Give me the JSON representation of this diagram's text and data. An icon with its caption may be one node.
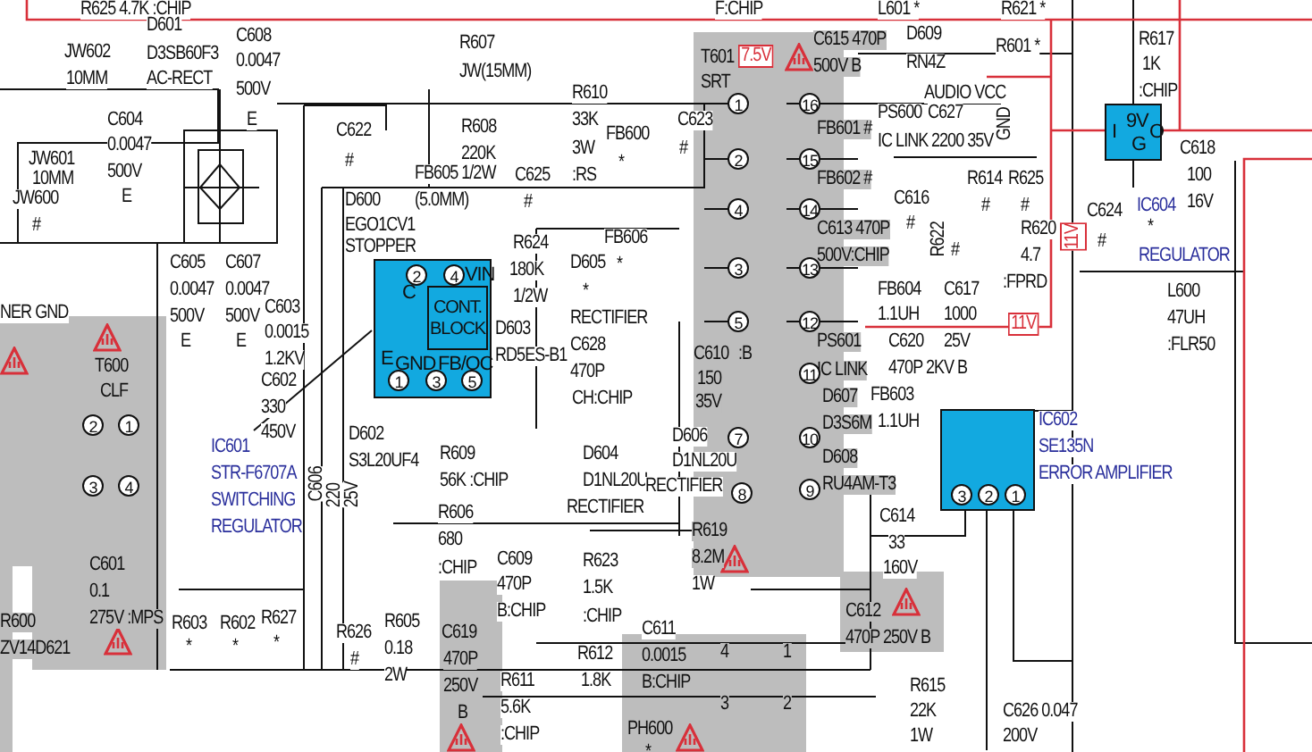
{
  "diagram": {
    "nodes": [
      {
        "text": [
          "C",
          "2",
          "4",
          "VIN",
          "CONT. BLOCK",
          "E",
          "GND",
          "FB/OC",
          "1",
          "3",
          "5"
        ]
      },
      {
        "text": [
          "I",
          "9V",
          "O",
          "G"
        ]
      },
      {
        "text": [
          "3",
          "2",
          "1"
        ]
      }
    ],
    "labels": [
      "R625 4.7K :CHIP",
      "JW602",
      "10MM",
      "D601",
      "D3SB60F3",
      "AC-RECT",
      "C608",
      "0.0047",
      "500V",
      "C604",
      "0.0047",
      "500V",
      "E",
      "E",
      "JW601",
      "10MM",
      "JW600",
      "#",
      "C622",
      "#",
      "D600",
      "EGO1CV1",
      "STOPPER",
      "C605",
      "0.0047",
      "500V",
      "E",
      "C607",
      "0.0047",
      "500V",
      "E",
      "C603",
      "0.0015",
      "1.2KV",
      "NER GND",
      "T600",
      "CLF",
      "C602",
      "330",
      "450V",
      "IC601",
      "STR-F6707A",
      "SWITCHING",
      "REGULATOR",
      "C606",
      "220",
      "25V",
      "D602",
      "S3L20UF4",
      "FB605 1/2W",
      "(5.0MM)",
      "R607",
      "JW(15MM)",
      "R608",
      "220K",
      "C625",
      "#",
      "R610",
      "33K",
      "3W",
      ":RS",
      "FB600",
      "*",
      "C623",
      "#",
      "R624",
      "180K",
      "1/2W",
      "FB606",
      "*",
      "D605",
      "*",
      "RECTIFIER",
      "C628",
      "470P",
      "CH:CHIP",
      "D603",
      "RD5ES-B1",
      "F:CHIP",
      "T601",
      "7.5V",
      "SRT",
      "C615 470P",
      "500V B",
      "L601 *",
      "R621 *",
      "D609",
      "RN4Z",
      "R601 *",
      "AUDIO VCC",
      "PS600",
      "C627",
      "IC LINK",
      "2200 35V",
      "GND",
      "FB601 #",
      "FB602 #",
      "R614",
      "R625",
      "C616",
      "#",
      "#",
      "#",
      "R622",
      "#",
      "R620",
      "4.7",
      ":FPRD",
      "11V",
      "C613 470P",
      "500V:CHIP",
      "FB604",
      "1.1UH",
      "C620",
      "470P 2KV B",
      "C617",
      "1000",
      "25V",
      "11V",
      "R617",
      "1K",
      ":CHIP",
      "C618",
      "100",
      "16V",
      "C624",
      "#",
      "IC604",
      "*",
      "REGULATOR",
      "L600",
      "47UH",
      ":FLR50",
      "C610",
      ":B",
      "150",
      "35V",
      "PS601",
      "IC LINK",
      "D607",
      "D3S6M",
      "FB603",
      "1.1UH",
      "D608",
      "RU4AM-T3",
      "C614",
      "33",
      "160V",
      "C612",
      "470P 250V B",
      "IC602",
      "SE135N",
      "ERROR AMPLIFIER",
      "R615",
      "22K",
      "1W",
      "C626 0.047",
      "200V",
      "R609",
      "56K :CHIP",
      "R606",
      "680",
      ":CHIP",
      "C609",
      "470P",
      "B:CHIP",
      "D604",
      "D1NL20U",
      "RECTIFIER",
      "D606",
      "D1NL20U",
      "RECTIFIER",
      "R619",
      "8.2M",
      "1W",
      "R623",
      "1.5K",
      ":CHIP",
      "C619",
      "470P",
      "250V",
      "B",
      "R611",
      "5.6K",
      ":CHIP",
      "R612",
      "1.8K",
      "C611",
      "0.0015",
      "B:CHIP",
      "PH600",
      "*",
      "4",
      "1",
      "3",
      "2",
      "R600",
      "ZV14D621",
      "C601",
      "0.1",
      "275V :MPS",
      "R603",
      "*",
      "R602",
      "*",
      "R627",
      "*",
      "R626",
      "#",
      "R605",
      "0.18",
      "2W",
      "1",
      "2",
      "4",
      "3",
      "5",
      "7",
      "8",
      "16",
      "15",
      "14",
      "13",
      "12",
      "11",
      "10",
      "9",
      "2",
      "1",
      "3",
      "4"
    ]
  }
}
